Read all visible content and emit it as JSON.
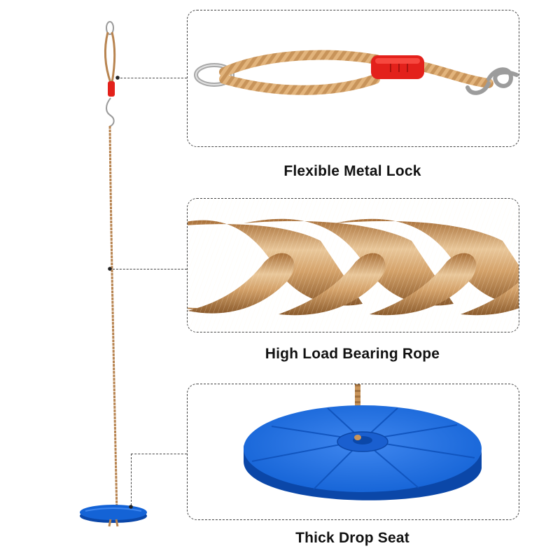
{
  "product": {
    "features": [
      {
        "id": "lock",
        "caption": "Flexible Metal Lock"
      },
      {
        "id": "rope",
        "caption": "High Load Bearing Rope"
      },
      {
        "id": "seat",
        "caption": "Thick Drop Seat"
      }
    ]
  },
  "colors": {
    "rope": "#c8945a",
    "rope_light": "#e9c79a",
    "rope_dark": "#8a5a2c",
    "lock_red": "#e3211b",
    "seat_blue": "#1463d6",
    "seat_blue_light": "#3f86ee",
    "seat_blue_dark": "#0b47a8",
    "metal": "#b9b9b9",
    "dashed_border": "#444444"
  }
}
